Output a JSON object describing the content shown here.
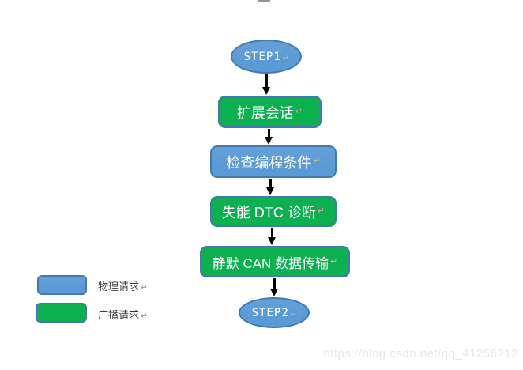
{
  "flowchart": {
    "return_mark": "↵",
    "nodes": [
      {
        "label": "STEP1",
        "shape": "ellipse",
        "fill": "blue"
      },
      {
        "label": "扩展会话",
        "shape": "rounded-rect",
        "fill": "green"
      },
      {
        "label": "检查编程条件",
        "shape": "rounded-rect",
        "fill": "blue"
      },
      {
        "label": "失能 DTC 诊断",
        "shape": "rounded-rect",
        "fill": "green"
      },
      {
        "label": "静默 CAN 数据传输",
        "shape": "rounded-rect",
        "fill": "green"
      },
      {
        "label": "STEP2",
        "shape": "ellipse",
        "fill": "blue"
      }
    ]
  },
  "legend": {
    "items": [
      {
        "label": "物理请求",
        "swatch": "blue"
      },
      {
        "label": "广播请求",
        "swatch": "green"
      }
    ]
  },
  "watermark": {
    "text": "https://blog.csdn.net/qq_41256212"
  },
  "colors": {
    "blue_fill": "#5B9BD5",
    "green_fill": "#0CB04F",
    "shape_border": "#4577B8",
    "arrow": "#000000",
    "legend_text": "#3A3A3A",
    "watermark_text": "#E7E7E9"
  }
}
